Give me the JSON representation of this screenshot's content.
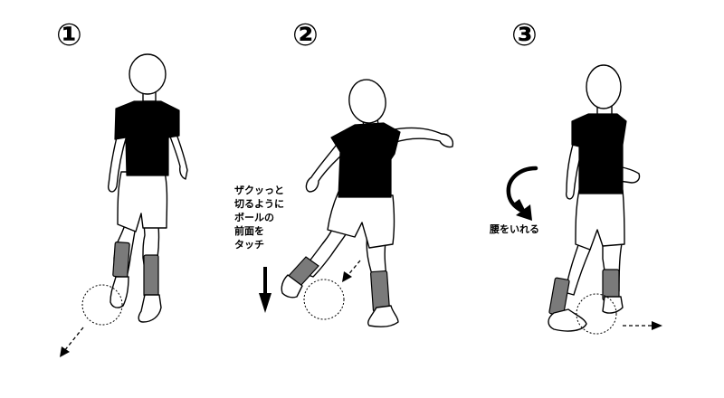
{
  "steps": [
    {
      "number": "①"
    },
    {
      "number": "②",
      "caption_lines": [
        "ザクッっと",
        "切るように",
        "ボールの",
        "前面を",
        "タッチ"
      ]
    },
    {
      "number": "③",
      "caption_lines": [
        "腰をいれる"
      ]
    }
  ],
  "colors": {
    "shirt": "#000000",
    "sock": "#7a7a7a",
    "outline": "#000000",
    "background": "#ffffff"
  },
  "icons": [
    "down-arrow-icon",
    "rotation-arrow-icon",
    "dashed-arrow-icon"
  ]
}
